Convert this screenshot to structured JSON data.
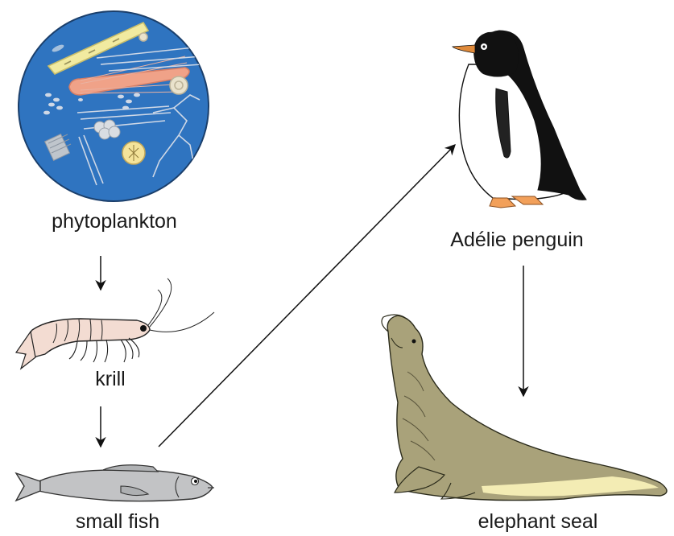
{
  "nodes": {
    "phytoplankton": {
      "label": "phytoplankton",
      "icon": "phytoplankton-icon"
    },
    "krill": {
      "label": "krill",
      "icon": "krill-icon"
    },
    "small_fish": {
      "label": "small fish",
      "icon": "fish-icon"
    },
    "penguin": {
      "label": "Adélie penguin",
      "icon": "penguin-icon"
    },
    "seal": {
      "label": "elephant seal",
      "icon": "elephant-seal-icon"
    }
  },
  "edges": [
    {
      "from": "phytoplankton",
      "to": "krill"
    },
    {
      "from": "krill",
      "to": "small_fish"
    },
    {
      "from": "small_fish",
      "to": "penguin"
    },
    {
      "from": "penguin",
      "to": "seal"
    }
  ],
  "colors": {
    "water": "#2f74c0",
    "penguin_black": "#111111",
    "seal": "#a9a27a",
    "seal_belly": "#f3ecb4",
    "fish": "#c2c3c5",
    "krill": "#f3dcd2",
    "penguin_feet": "#f2a05a"
  }
}
